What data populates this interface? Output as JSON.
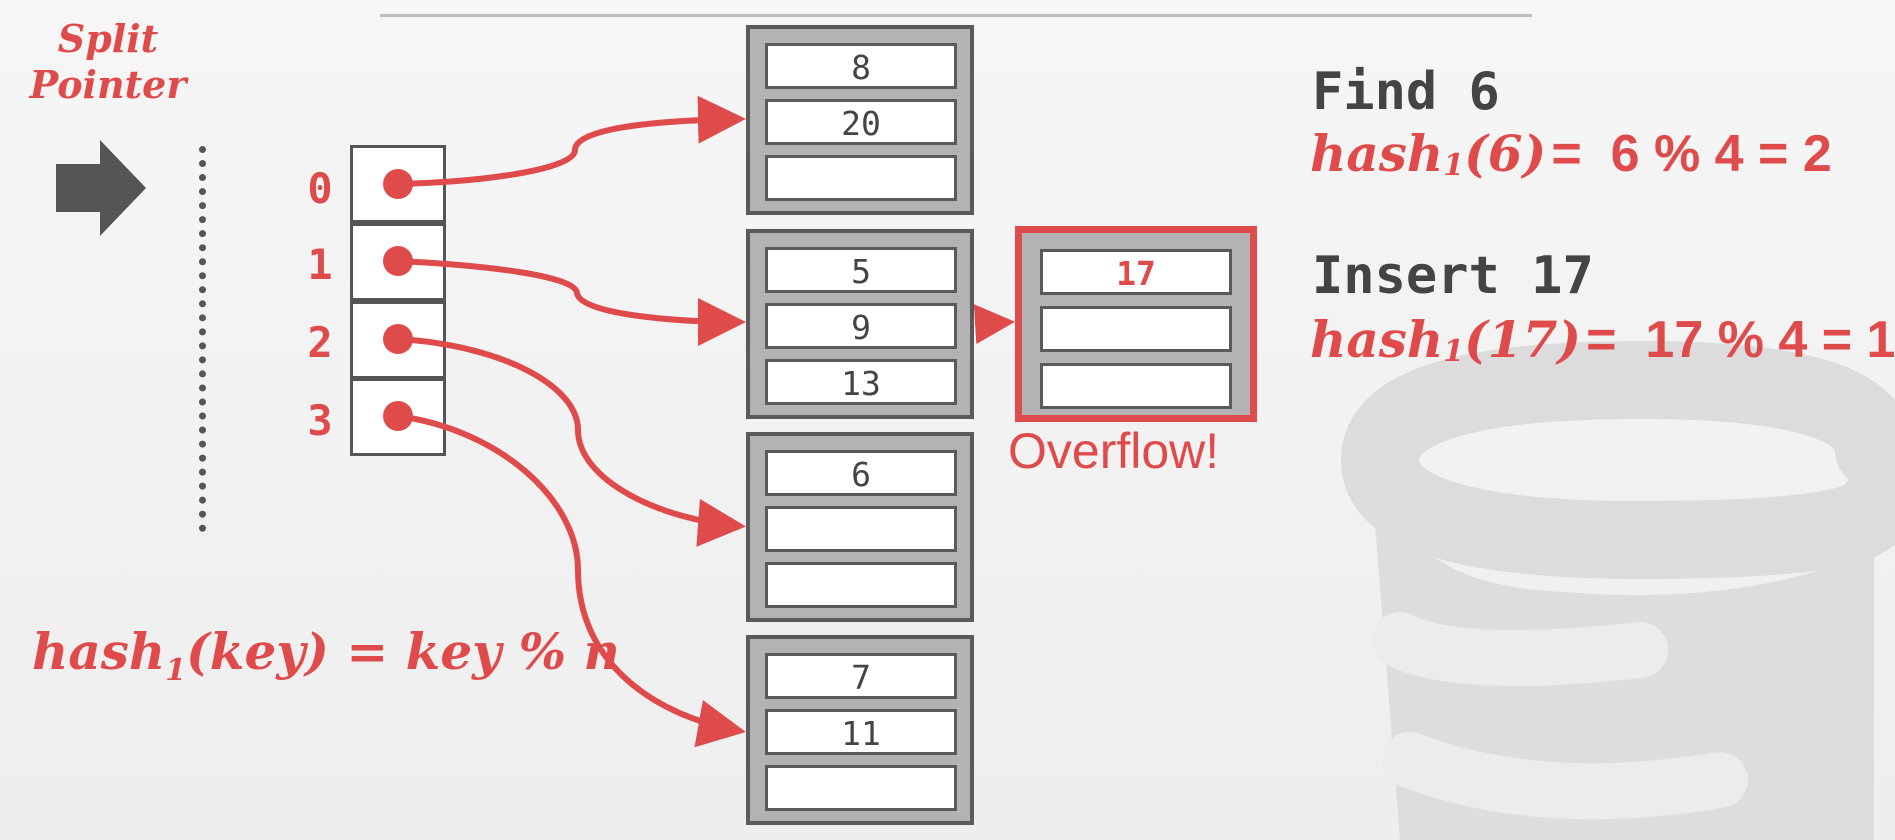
{
  "split_pointer": {
    "line1": "Split",
    "line2": "Pointer"
  },
  "directory": {
    "indices": [
      "0",
      "1",
      "2",
      "3"
    ]
  },
  "buckets": [
    {
      "slots": [
        "8",
        "20",
        ""
      ]
    },
    {
      "slots": [
        "5",
        "9",
        "13"
      ]
    },
    {
      "slots": [
        "6",
        "",
        ""
      ]
    },
    {
      "slots": [
        "7",
        "11",
        ""
      ]
    }
  ],
  "overflow": {
    "slots": [
      "17",
      "",
      ""
    ],
    "label": "Overflow!"
  },
  "hash_formula": {
    "prefix": "hash",
    "sub": "1",
    "rest": "(key) = key % n"
  },
  "find": {
    "title": "Find 6",
    "hash_prefix": "hash",
    "hash_sub": "1",
    "hash_arg": "(6)",
    "hash_result": "=  6 % 4 = 2"
  },
  "insert": {
    "title": "Insert 17",
    "hash_prefix": "hash",
    "hash_sub": "1",
    "hash_arg": "(17)",
    "hash_result": "=  17 % 4 = 1"
  },
  "colors": {
    "accent": "#df4b4b",
    "box_border": "#5a5a5a",
    "bucket_fill": "#b3b3b3",
    "text_dark": "#444444"
  }
}
